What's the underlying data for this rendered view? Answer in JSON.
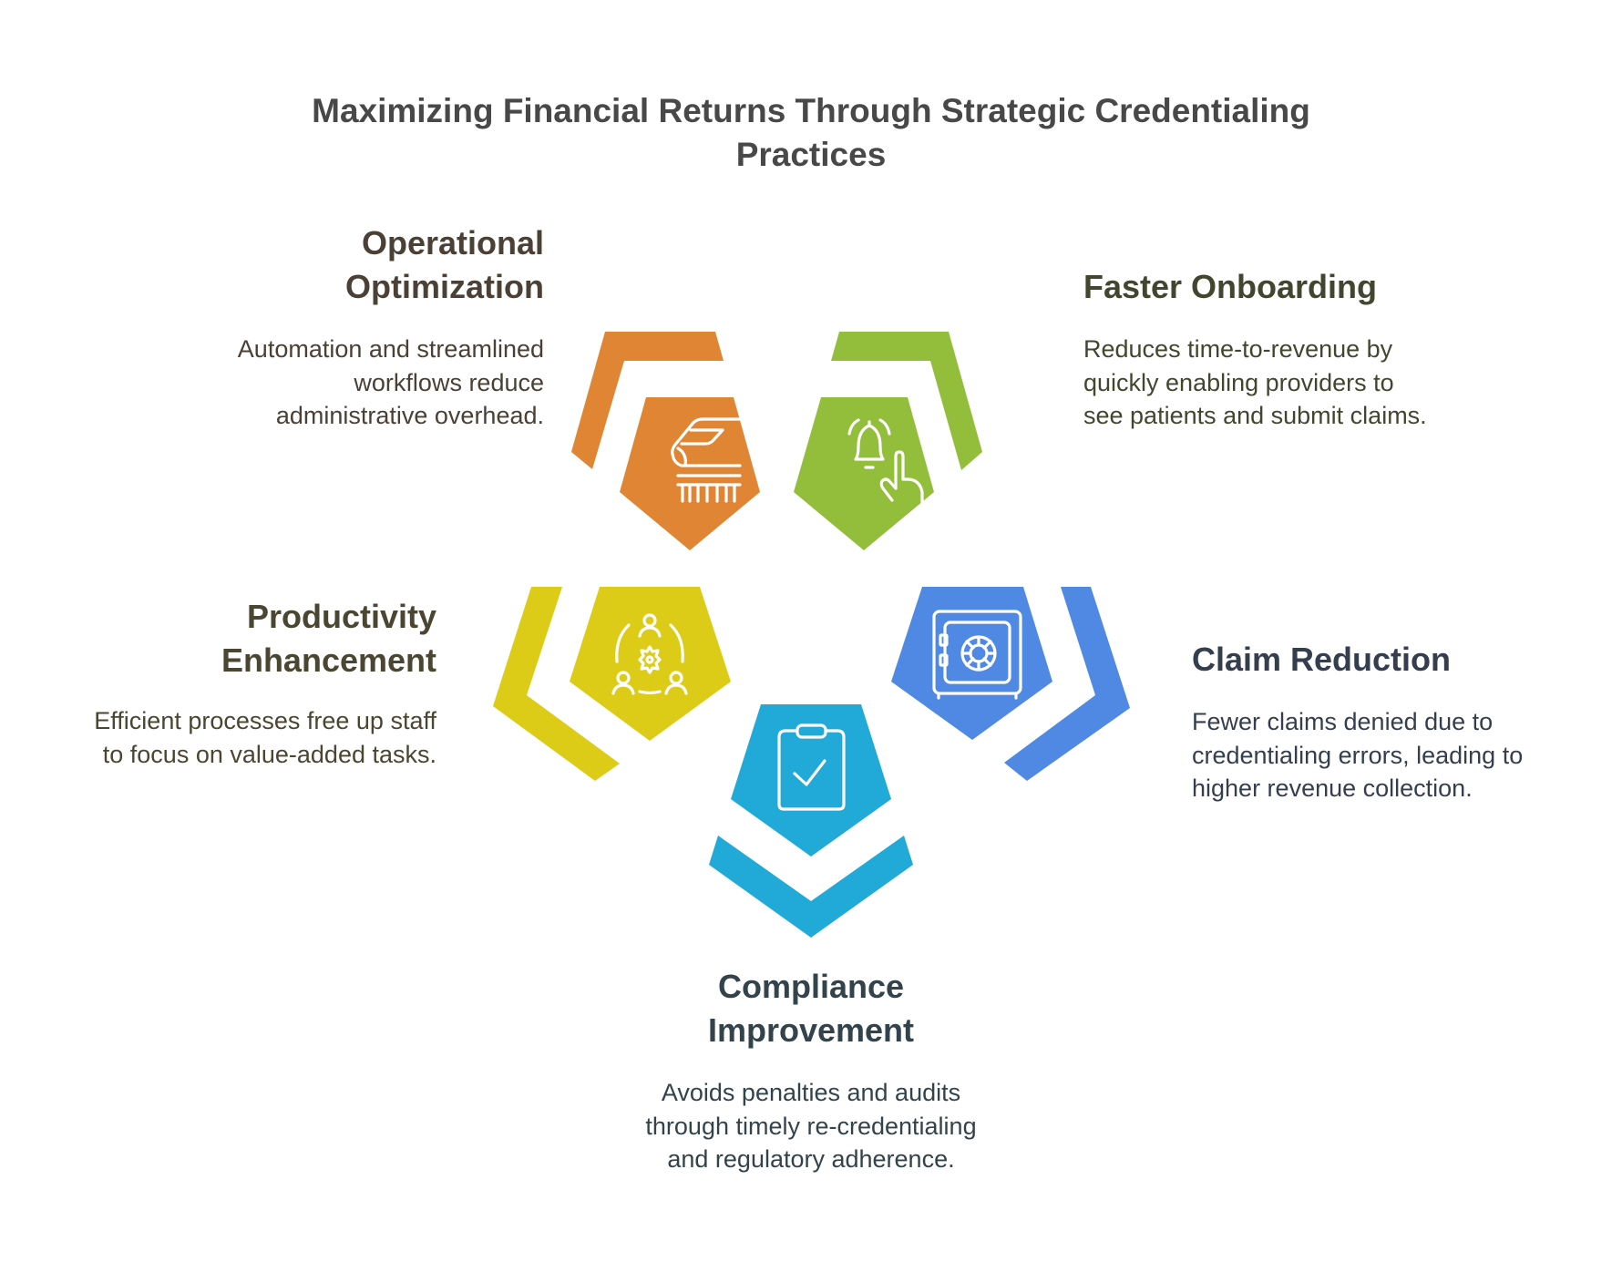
{
  "title": {
    "line1": "Maximizing Financial Returns Through Strategic Credentialing",
    "line2": "Practices"
  },
  "colors": {
    "orange": "#DF8533",
    "green": "#93BE3B",
    "yellow": "#DDCC17",
    "blue": "#4F89E3",
    "cyan": "#21A9D8",
    "title_text": "#484848"
  },
  "items": [
    {
      "id": "operational-optimization",
      "heading": [
        "Operational",
        "Optimization"
      ],
      "description": [
        "Automation and streamlined",
        "workflows reduce",
        "administrative overhead."
      ],
      "icon": "train-icon",
      "color": "#DF8533",
      "text_color": "#4B4036"
    },
    {
      "id": "faster-onboarding",
      "heading": [
        "Faster Onboarding"
      ],
      "description": [
        "Reduces time-to-revenue by",
        "quickly enabling providers to",
        "see patients and submit claims."
      ],
      "icon": "bell-hand-icon",
      "color": "#93BE3B",
      "text_color": "#43462F"
    },
    {
      "id": "productivity-enhancement",
      "heading": [
        "Productivity",
        "Enhancement"
      ],
      "description": [
        "Efficient processes free up staff",
        "to focus on value-added tasks."
      ],
      "icon": "team-gear-icon",
      "color": "#DDCC17",
      "text_color": "#4A4631"
    },
    {
      "id": "claim-reduction",
      "heading": [
        "Claim Reduction"
      ],
      "description": [
        "Fewer claims denied due to",
        "credentialing errors, leading to",
        "higher revenue collection."
      ],
      "icon": "safe-icon",
      "color": "#4F89E3",
      "text_color": "#353E4E"
    },
    {
      "id": "compliance-improvement",
      "heading": [
        "Compliance",
        "Improvement"
      ],
      "description": [
        "Avoids penalties and audits",
        "through timely re-credentialing",
        "and regulatory adherence."
      ],
      "icon": "clipboard-check-icon",
      "color": "#21A9D8",
      "text_color": "#33434B"
    }
  ]
}
